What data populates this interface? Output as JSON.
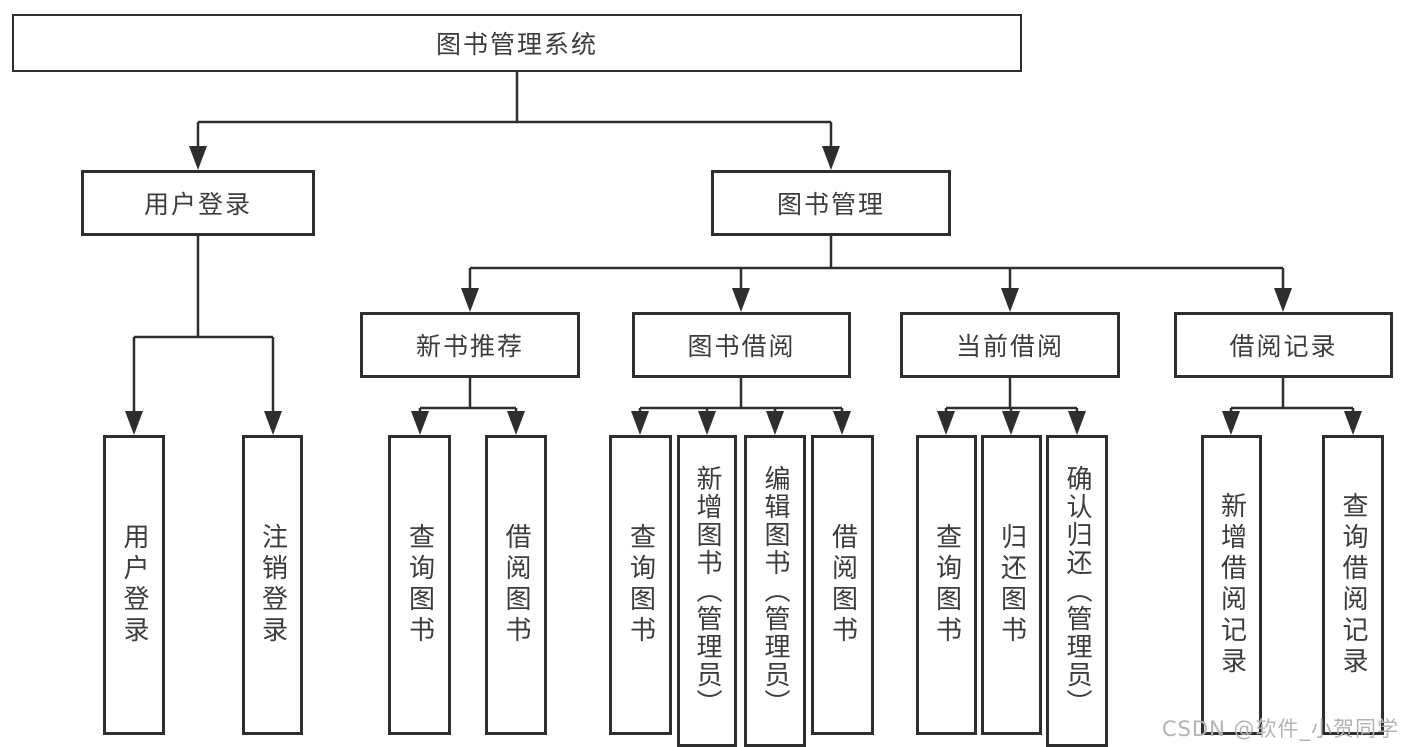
{
  "diagram": {
    "root": {
      "label": "图书管理系统"
    },
    "level2": [
      {
        "label": "用户登录"
      },
      {
        "label": "图书管理"
      }
    ],
    "level3": [
      {
        "label": "新书推荐",
        "parent": "图书管理"
      },
      {
        "label": "图书借阅",
        "parent": "图书管理"
      },
      {
        "label": "当前借阅",
        "parent": "图书管理"
      },
      {
        "label": "借阅记录",
        "parent": "图书管理"
      }
    ],
    "leaves": [
      {
        "label": "用户登录",
        "parent": "用户登录"
      },
      {
        "label": "注销登录",
        "parent": "用户登录"
      },
      {
        "label": "查询图书",
        "parent": "新书推荐"
      },
      {
        "label": "借阅图书",
        "parent": "新书推荐"
      },
      {
        "label": "查询图书",
        "parent": "图书借阅"
      },
      {
        "label": "新增图书（管理员）",
        "parent": "图书借阅"
      },
      {
        "label": "编辑图书（管理员）",
        "parent": "图书借阅"
      },
      {
        "label": "借阅图书",
        "parent": "图书借阅"
      },
      {
        "label": "查询图书",
        "parent": "当前借阅"
      },
      {
        "label": "归还图书",
        "parent": "当前借阅"
      },
      {
        "label": "确认归还（管理员）",
        "parent": "当前借阅"
      },
      {
        "label": "新增借阅记录",
        "parent": "借阅记录"
      },
      {
        "label": "查询借阅记录",
        "parent": "借阅记录"
      }
    ],
    "watermark": "CSDN @软件_小贺同学",
    "colors": {
      "line": "#2e2e2e",
      "text": "#3c3c3c",
      "watermark": "#b3b3b3",
      "background": "#ffffff"
    }
  }
}
